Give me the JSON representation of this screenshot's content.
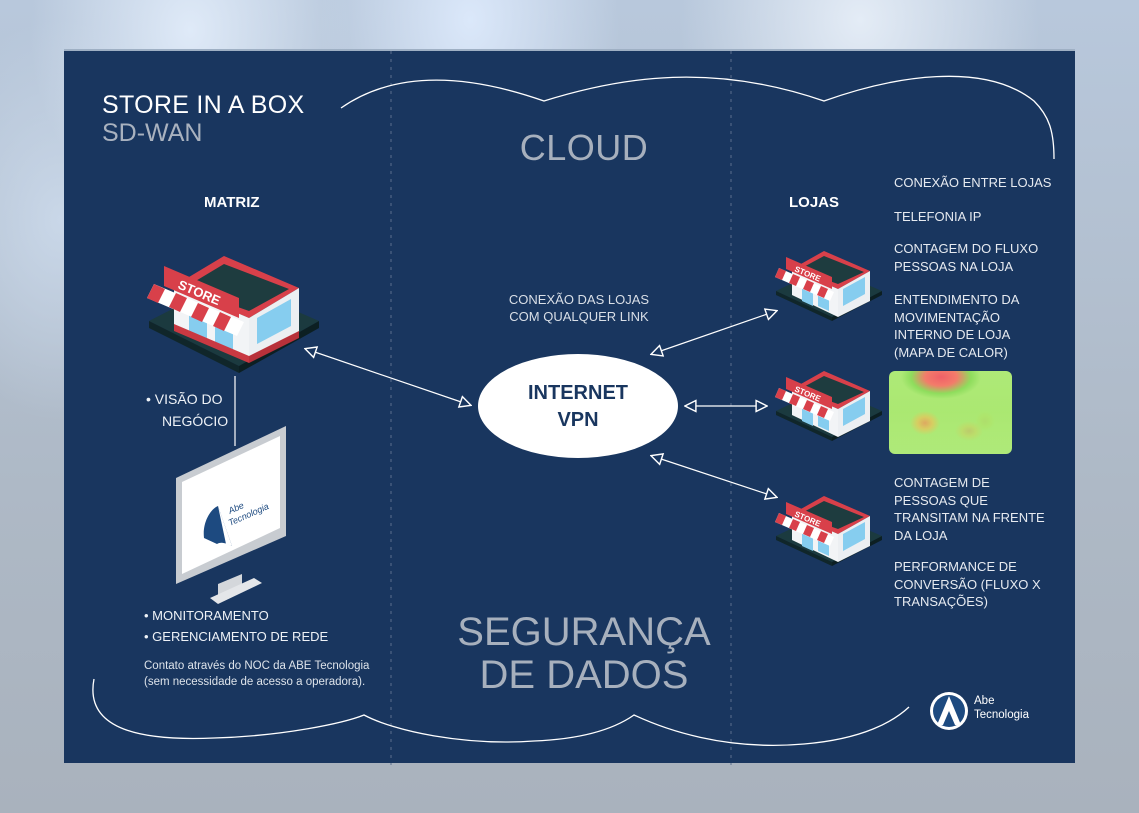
{
  "header": {
    "title": "STORE IN A BOX",
    "subtitle": "SD-WAN"
  },
  "sections": {
    "cloud_label": "CLOUD",
    "security_label": "SEGURANÇA\nDE DADOS"
  },
  "matriz": {
    "label": "MATRIZ",
    "store_sign": "STORE",
    "vision_bullet": "• VISÃO DO",
    "vision_bullet_2": "NEGÓCIO",
    "monitor_logo_line1": "Abe",
    "monitor_logo_line2": "Tecnologia",
    "bullets": [
      "• MONITORAMENTO",
      "• GERENCIAMENTO DE REDE"
    ],
    "note_line1": "Contato através do NOC da ABE Tecnologia",
    "note_line2": "(sem necessidade de acesso a operadora)."
  },
  "center": {
    "connection_line1": "CONEXÃO DAS LOJAS",
    "connection_line2": "COM QUALQUER LINK",
    "hub_line1": "INTERNET",
    "hub_line2": "VPN"
  },
  "lojas": {
    "label": "LOJAS",
    "store_sign": "STORE",
    "features": [
      "CONEXÃO ENTRE LOJAS",
      "TELEFONIA IP",
      "CONTAGEM DO FLUXO\nPESSOAS NA  LOJA",
      "ENTENDIMENTO DA\nMOVIMENTAÇÃO\nINTERNO DE LOJA\n(MAPA DE CALOR)",
      "CONTAGEM DE\nPESSOAS QUE\nTRANSITAM NA FRENTE\nDA LOJA",
      "PERFORMANCE DE\nCONVERSÃO (FLUXO X\nTRANSAÇÕES)"
    ],
    "heatmap_icon": "heatmap-floorplan-image"
  },
  "footer_logo": {
    "line1": "Abe",
    "line2": "Tecnologia"
  },
  "colors": {
    "panel": "#19365f",
    "store_red": "#d8404a",
    "text_light": "#eef2f7",
    "text_muted": "#a7b0bd"
  }
}
